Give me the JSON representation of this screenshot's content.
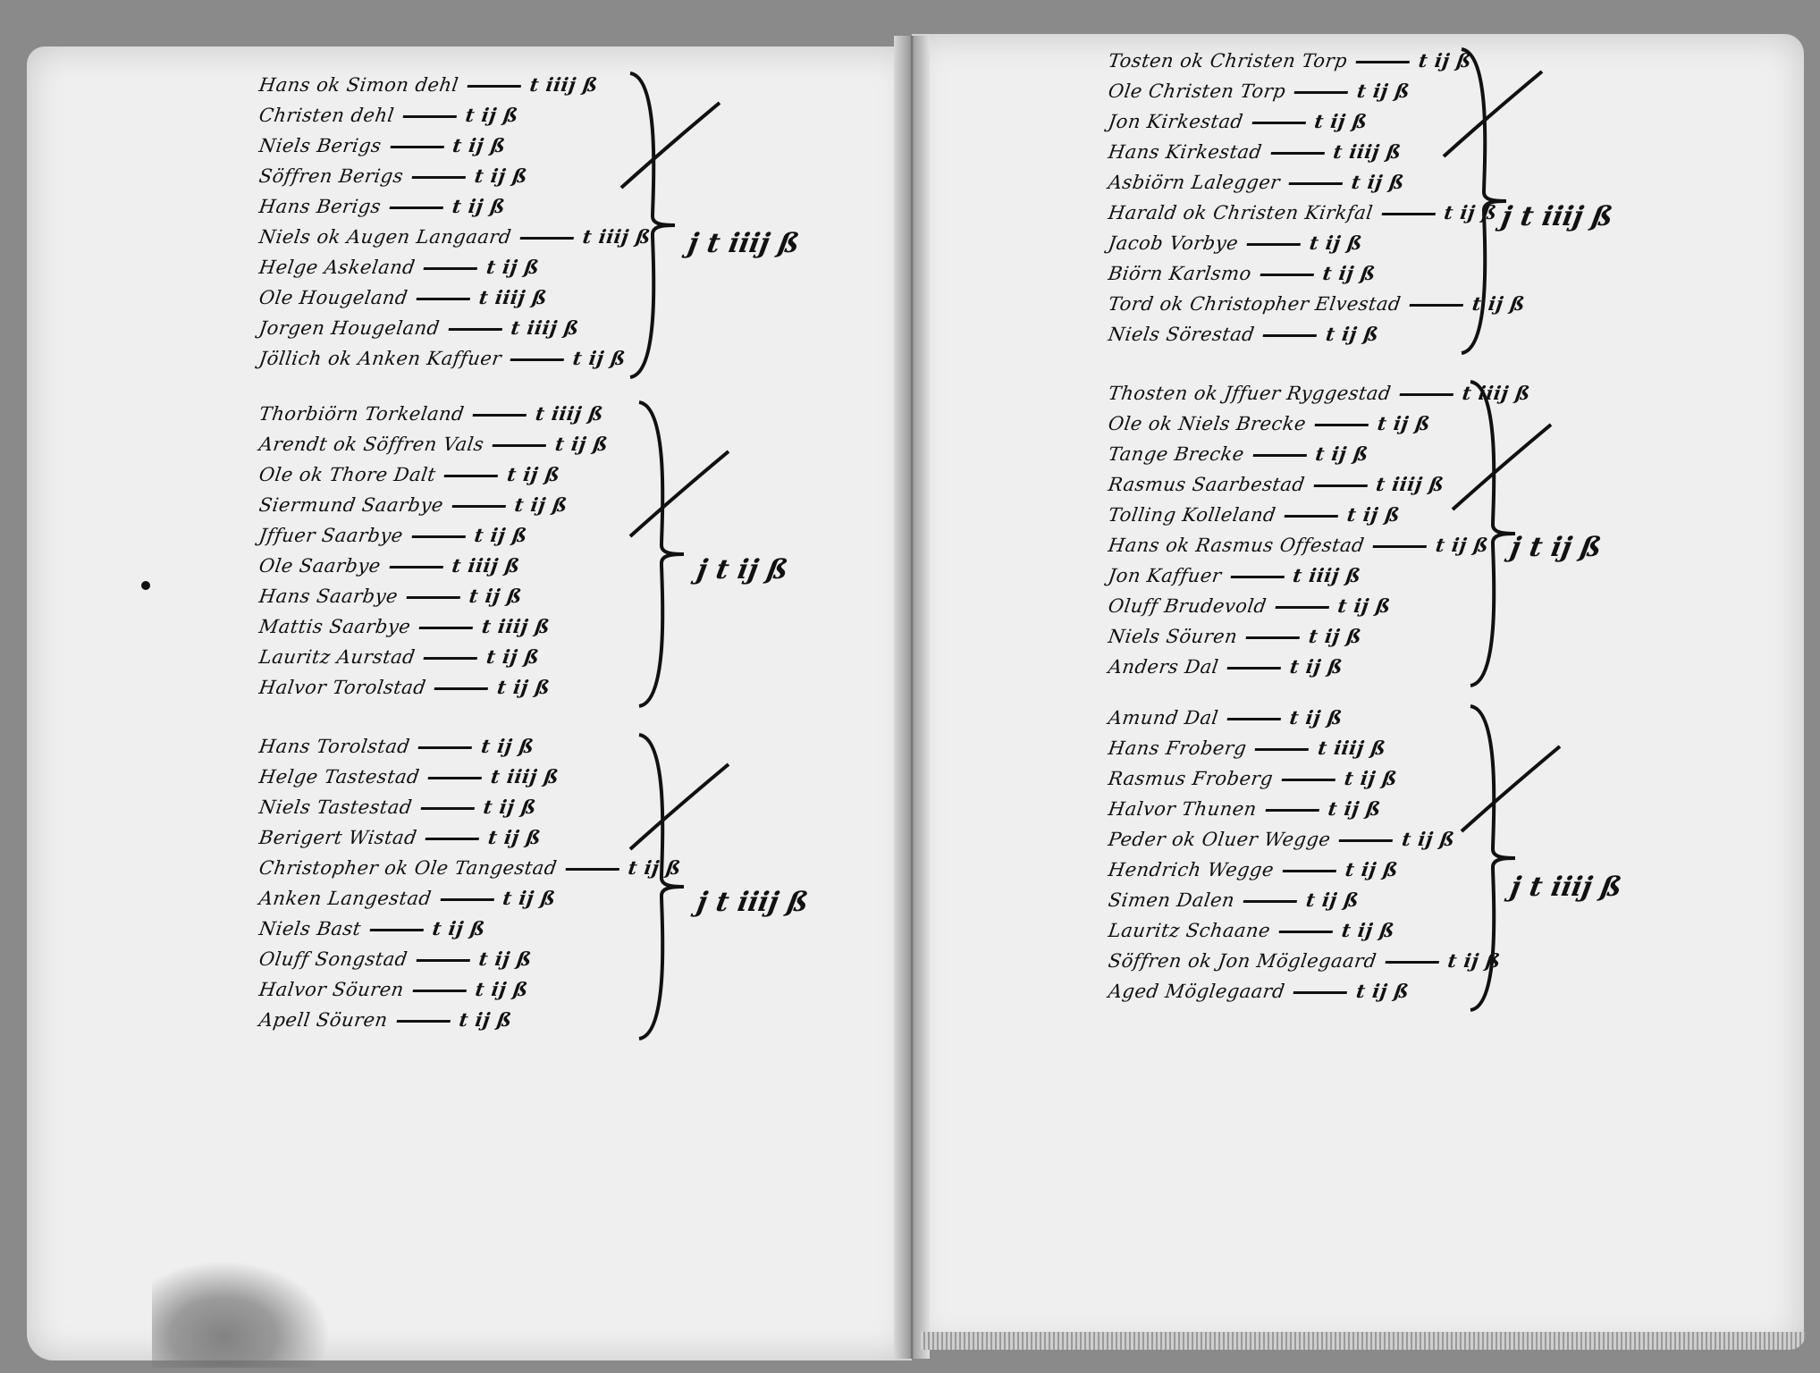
{
  "left_page": {
    "blocks": [
      {
        "entries": [
          {
            "name": "Hans ok Simon dehl",
            "amount": "t iiij ß"
          },
          {
            "name": "Christen dehl",
            "amount": "t ij ß"
          },
          {
            "name": "Niels Berigs",
            "amount": "t ij ß"
          },
          {
            "name": "Söffren Berigs",
            "amount": "t ij ß"
          },
          {
            "name": "Hans Berigs",
            "amount": "t ij ß"
          },
          {
            "name": "Niels ok Augen Langaard",
            "amount": "t iiij ß"
          },
          {
            "name": "Helge Askeland",
            "amount": "t ij ß"
          },
          {
            "name": "Ole Hougeland",
            "amount": "t iiij ß"
          },
          {
            "name": "Jorgen Hougeland",
            "amount": "t iiij ß"
          },
          {
            "name": "Jöllich ok Anken Kaffuer",
            "amount": "t ij ß"
          }
        ],
        "total": "j t iiij ß"
      },
      {
        "entries": [
          {
            "name": "Thorbiörn Torkeland",
            "amount": "t iiij ß"
          },
          {
            "name": "Arendt ok Söffren Vals",
            "amount": "t ij ß"
          },
          {
            "name": "Ole ok Thore Dalt",
            "amount": "t ij ß"
          },
          {
            "name": "Siermund Saarbye",
            "amount": "t ij ß"
          },
          {
            "name": "Jffuer Saarbye",
            "amount": "t ij ß"
          },
          {
            "name": "Ole Saarbye",
            "amount": "t iiij ß"
          },
          {
            "name": "Hans Saarbye",
            "amount": "t ij ß"
          },
          {
            "name": "Mattis Saarbye",
            "amount": "t iiij ß"
          },
          {
            "name": "Lauritz Aurstad",
            "amount": "t ij ß"
          },
          {
            "name": "Halvor Torolstad",
            "amount": "t ij ß"
          }
        ],
        "total": "j t ij ß"
      },
      {
        "entries": [
          {
            "name": "Hans Torolstad",
            "amount": "t ij ß"
          },
          {
            "name": "Helge Tastestad",
            "amount": "t iiij ß"
          },
          {
            "name": "Niels Tastestad",
            "amount": "t ij ß"
          },
          {
            "name": "Berigert Wistad",
            "amount": "t ij ß"
          },
          {
            "name": "Christopher ok Ole Tangestad",
            "amount": "t ij ß"
          },
          {
            "name": "Anken Langestad",
            "amount": "t ij ß"
          },
          {
            "name": "Niels Bast",
            "amount": "t ij ß"
          },
          {
            "name": "Oluff Songstad",
            "amount": "t ij ß"
          },
          {
            "name": "Halvor Söuren",
            "amount": "t ij ß"
          },
          {
            "name": "Apell Söuren",
            "amount": "t ij ß"
          }
        ],
        "total": "j t iiij ß"
      }
    ]
  },
  "right_page": {
    "blocks": [
      {
        "entries": [
          {
            "name": "Tosten ok Christen Torp",
            "amount": "t ij ß"
          },
          {
            "name": "Ole Christen Torp",
            "amount": "t ij ß"
          },
          {
            "name": "Jon Kirkestad",
            "amount": "t ij ß"
          },
          {
            "name": "Hans Kirkestad",
            "amount": "t iiij ß"
          },
          {
            "name": "Asbiörn Lalegger",
            "amount": "t ij ß"
          },
          {
            "name": "Harald ok Christen Kirkfal",
            "amount": "t ij ß"
          },
          {
            "name": "Jacob Vorbye",
            "amount": "t ij ß"
          },
          {
            "name": "Biörn Karlsmo",
            "amount": "t ij ß"
          },
          {
            "name": "Tord ok Christopher Elvestad",
            "amount": "t ij ß"
          },
          {
            "name": "Niels Sörestad",
            "amount": "t ij ß"
          }
        ],
        "total": "j t iiij ß"
      },
      {
        "entries": [
          {
            "name": "Thosten ok Jffuer Ryggestad",
            "amount": "t iiij ß"
          },
          {
            "name": "Ole ok Niels Brecke",
            "amount": "t ij ß"
          },
          {
            "name": "Tange Brecke",
            "amount": "t ij ß"
          },
          {
            "name": "Rasmus Saarbestad",
            "amount": "t iiij ß"
          },
          {
            "name": "Tolling Kolleland",
            "amount": "t ij ß"
          },
          {
            "name": "Hans ok Rasmus Offestad",
            "amount": "t ij ß"
          },
          {
            "name": "Jon Kaffuer",
            "amount": "t iiij ß"
          },
          {
            "name": "Oluff Brudevold",
            "amount": "t ij ß"
          },
          {
            "name": "Niels Söuren",
            "amount": "t ij ß"
          },
          {
            "name": "Anders Dal",
            "amount": "t ij ß"
          }
        ],
        "total": "j t ij ß"
      },
      {
        "entries": [
          {
            "name": "Amund Dal",
            "amount": "t ij ß"
          },
          {
            "name": "Hans Froberg",
            "amount": "t iiij ß"
          },
          {
            "name": "Rasmus Froberg",
            "amount": "t ij ß"
          },
          {
            "name": "Halvor Thunen",
            "amount": "t ij ß"
          },
          {
            "name": "Peder ok Oluer Wegge",
            "amount": "t ij ß"
          },
          {
            "name": "Hendrich Wegge",
            "amount": "t ij ß"
          },
          {
            "name": "Simen Dalen",
            "amount": "t ij ß"
          },
          {
            "name": "Lauritz Schaane",
            "amount": "t ij ß"
          },
          {
            "name": "Söffren ok Jon Möglegaard",
            "amount": "t ij ß"
          },
          {
            "name": "Aged Möglegaard",
            "amount": "t ij ß"
          }
        ],
        "total": "j t iiij ß"
      }
    ]
  }
}
